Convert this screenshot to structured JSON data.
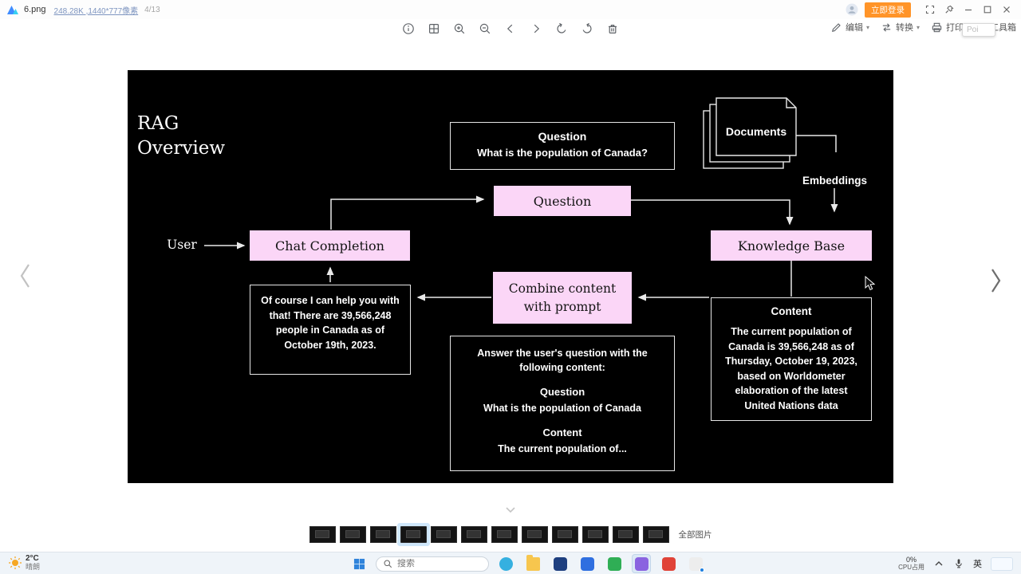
{
  "colors": {
    "pink": "#fbd6f7",
    "slide_bg": "#000000",
    "login_orange": "#ff9428",
    "taskbar_bg": "#eff4f9"
  },
  "titlebar": {
    "filename": "6.png",
    "file_info": "248.28K ,1440*777像素",
    "page_indicator": "4/13",
    "login_label": "立即登录",
    "window_controls": [
      "fullscreen",
      "pin",
      "minimize",
      "maximize",
      "close"
    ]
  },
  "toolbar": {
    "tools": [
      "info",
      "thumbnails",
      "zoom-in",
      "zoom-out",
      "prev",
      "next",
      "rotate-left",
      "rotate-right",
      "delete"
    ],
    "menus": [
      {
        "name": "edit",
        "label": "编辑",
        "caret": true
      },
      {
        "name": "convert",
        "label": "转换",
        "caret": true
      },
      {
        "name": "print",
        "label": "打印",
        "caret": false
      },
      {
        "name": "toolbox",
        "label": "工具箱",
        "caret": false
      }
    ],
    "tooltip": "Poi"
  },
  "slide": {
    "title_line1": "RAG",
    "title_line2": "Overview",
    "question_box": {
      "title": "Question",
      "body": "What is the population of Canada?"
    },
    "documents_label": "Documents",
    "embeddings_label": "Embeddings",
    "question_pill": "Question",
    "user_label": "User",
    "chat_completion_label": "Chat Completion",
    "knowledge_base_label": "Knowledge Base",
    "combine_line1": "Combine content",
    "combine_line2": "with prompt",
    "answer_text": "Of course I can help you with that! There are 39,566,248 people in Canada as of October 19th, 2023.",
    "prompt_box": {
      "intro": "Answer the user's question with the following content:",
      "question_title": "Question",
      "question_body": "What is the population of Canada",
      "content_title": "Content",
      "content_body": "The current population of..."
    },
    "content_box": {
      "title": "Content",
      "body": "The current population of Canada is 39,566,248 as of Thursday, October 19, 2023, based on Worldometer elaboration of the latest United Nations data"
    }
  },
  "filmstrip": {
    "count": 12,
    "active_index": 3,
    "all_label": "全部图片"
  },
  "taskbar": {
    "weather": {
      "temp": "2°C",
      "desc": "晴朗"
    },
    "search_placeholder": "搜索",
    "apps": [
      {
        "name": "edge",
        "shape": "circle",
        "color": "#35b0e0"
      },
      {
        "name": "file-explorer",
        "shape": "folder",
        "color": "#f7c64e"
      },
      {
        "name": "mail",
        "shape": "square",
        "color": "#1e3f7f"
      },
      {
        "name": "office",
        "shape": "square",
        "color": "#2f6fe0"
      },
      {
        "name": "notes",
        "shape": "square",
        "color": "#2fae55"
      },
      {
        "name": "image-viewer",
        "shape": "square",
        "color": "#8a63e0",
        "active": true
      },
      {
        "name": "media",
        "shape": "square",
        "color": "#e04338"
      },
      {
        "name": "music",
        "shape": "square",
        "color": "#ededed",
        "dot": true
      }
    ],
    "cpu_percent": "0%",
    "cpu_label": "CPU占用",
    "lang": "英"
  }
}
